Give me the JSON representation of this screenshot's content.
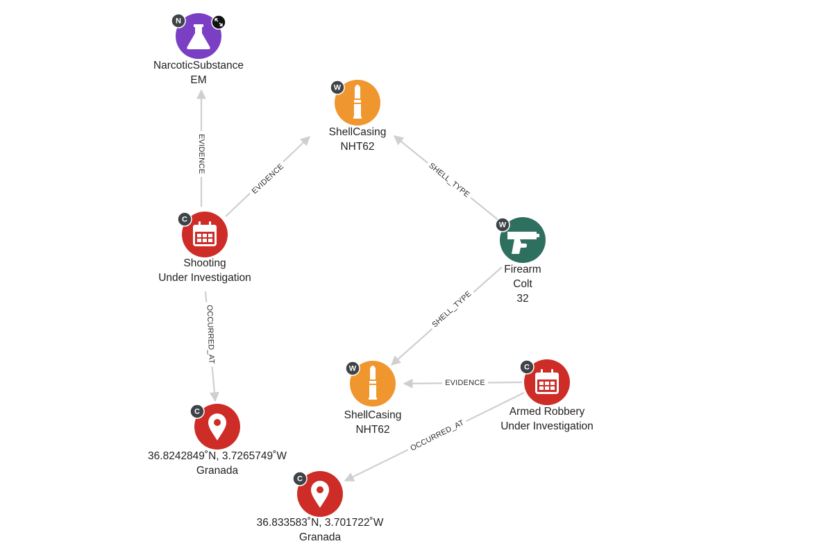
{
  "colors": {
    "edge": "#cfcfcf",
    "badge": "#3e4347",
    "narcotic": "#7b3fc4",
    "weapon_orange": "#f0962f",
    "firearm_green": "#2e7060",
    "case_red": "#cd2c27"
  },
  "nodes": [
    {
      "id": "narcotic",
      "category": "N",
      "icon": "flask-icon",
      "color": "narcotic",
      "lines": [
        "NarcoticSubstance",
        "EM"
      ],
      "expand": true
    },
    {
      "id": "shell1",
      "category": "W",
      "icon": "bullet-icon",
      "color": "weapon_orange",
      "lines": [
        "ShellCasing",
        "NHT62"
      ]
    },
    {
      "id": "firearm",
      "category": "W",
      "icon": "pistol-icon",
      "color": "firearm_green",
      "lines": [
        "Firearm",
        "Colt",
        "32"
      ]
    },
    {
      "id": "shooting",
      "category": "C",
      "icon": "calendar-icon",
      "color": "case_red",
      "lines": [
        "Shooting",
        "Under Investigation"
      ]
    },
    {
      "id": "shell2",
      "category": "W",
      "icon": "bullet-icon",
      "color": "weapon_orange",
      "lines": [
        "ShellCasing",
        "NHT62"
      ]
    },
    {
      "id": "robbery",
      "category": "C",
      "icon": "calendar-icon",
      "color": "case_red",
      "lines": [
        "Armed Robbery",
        "Under Investigation"
      ]
    },
    {
      "id": "loc1",
      "category": "C",
      "icon": "location-pin-icon",
      "color": "case_red",
      "lines": [
        "36.8242849˚N, 3.7265749˚W",
        "Granada"
      ]
    },
    {
      "id": "loc2",
      "category": "C",
      "icon": "location-pin-icon",
      "color": "case_red",
      "lines": [
        "36.833583˚N, 3.701722˚W",
        "Granada"
      ]
    }
  ],
  "edges": [
    {
      "from": "shooting",
      "to": "narcotic",
      "label": "EVIDENCE"
    },
    {
      "from": "shooting",
      "to": "shell1",
      "label": "EVIDENCE"
    },
    {
      "from": "firearm",
      "to": "shell1",
      "label": "SHELL_TYPE"
    },
    {
      "from": "firearm",
      "to": "shell2",
      "label": "SHELL_TYPE"
    },
    {
      "from": "shooting",
      "to": "loc1",
      "label": "OCCURRED_AT"
    },
    {
      "from": "robbery",
      "to": "shell2",
      "label": "EVIDENCE"
    },
    {
      "from": "robbery",
      "to": "loc2",
      "label": "OCCURRED_AT"
    }
  ]
}
